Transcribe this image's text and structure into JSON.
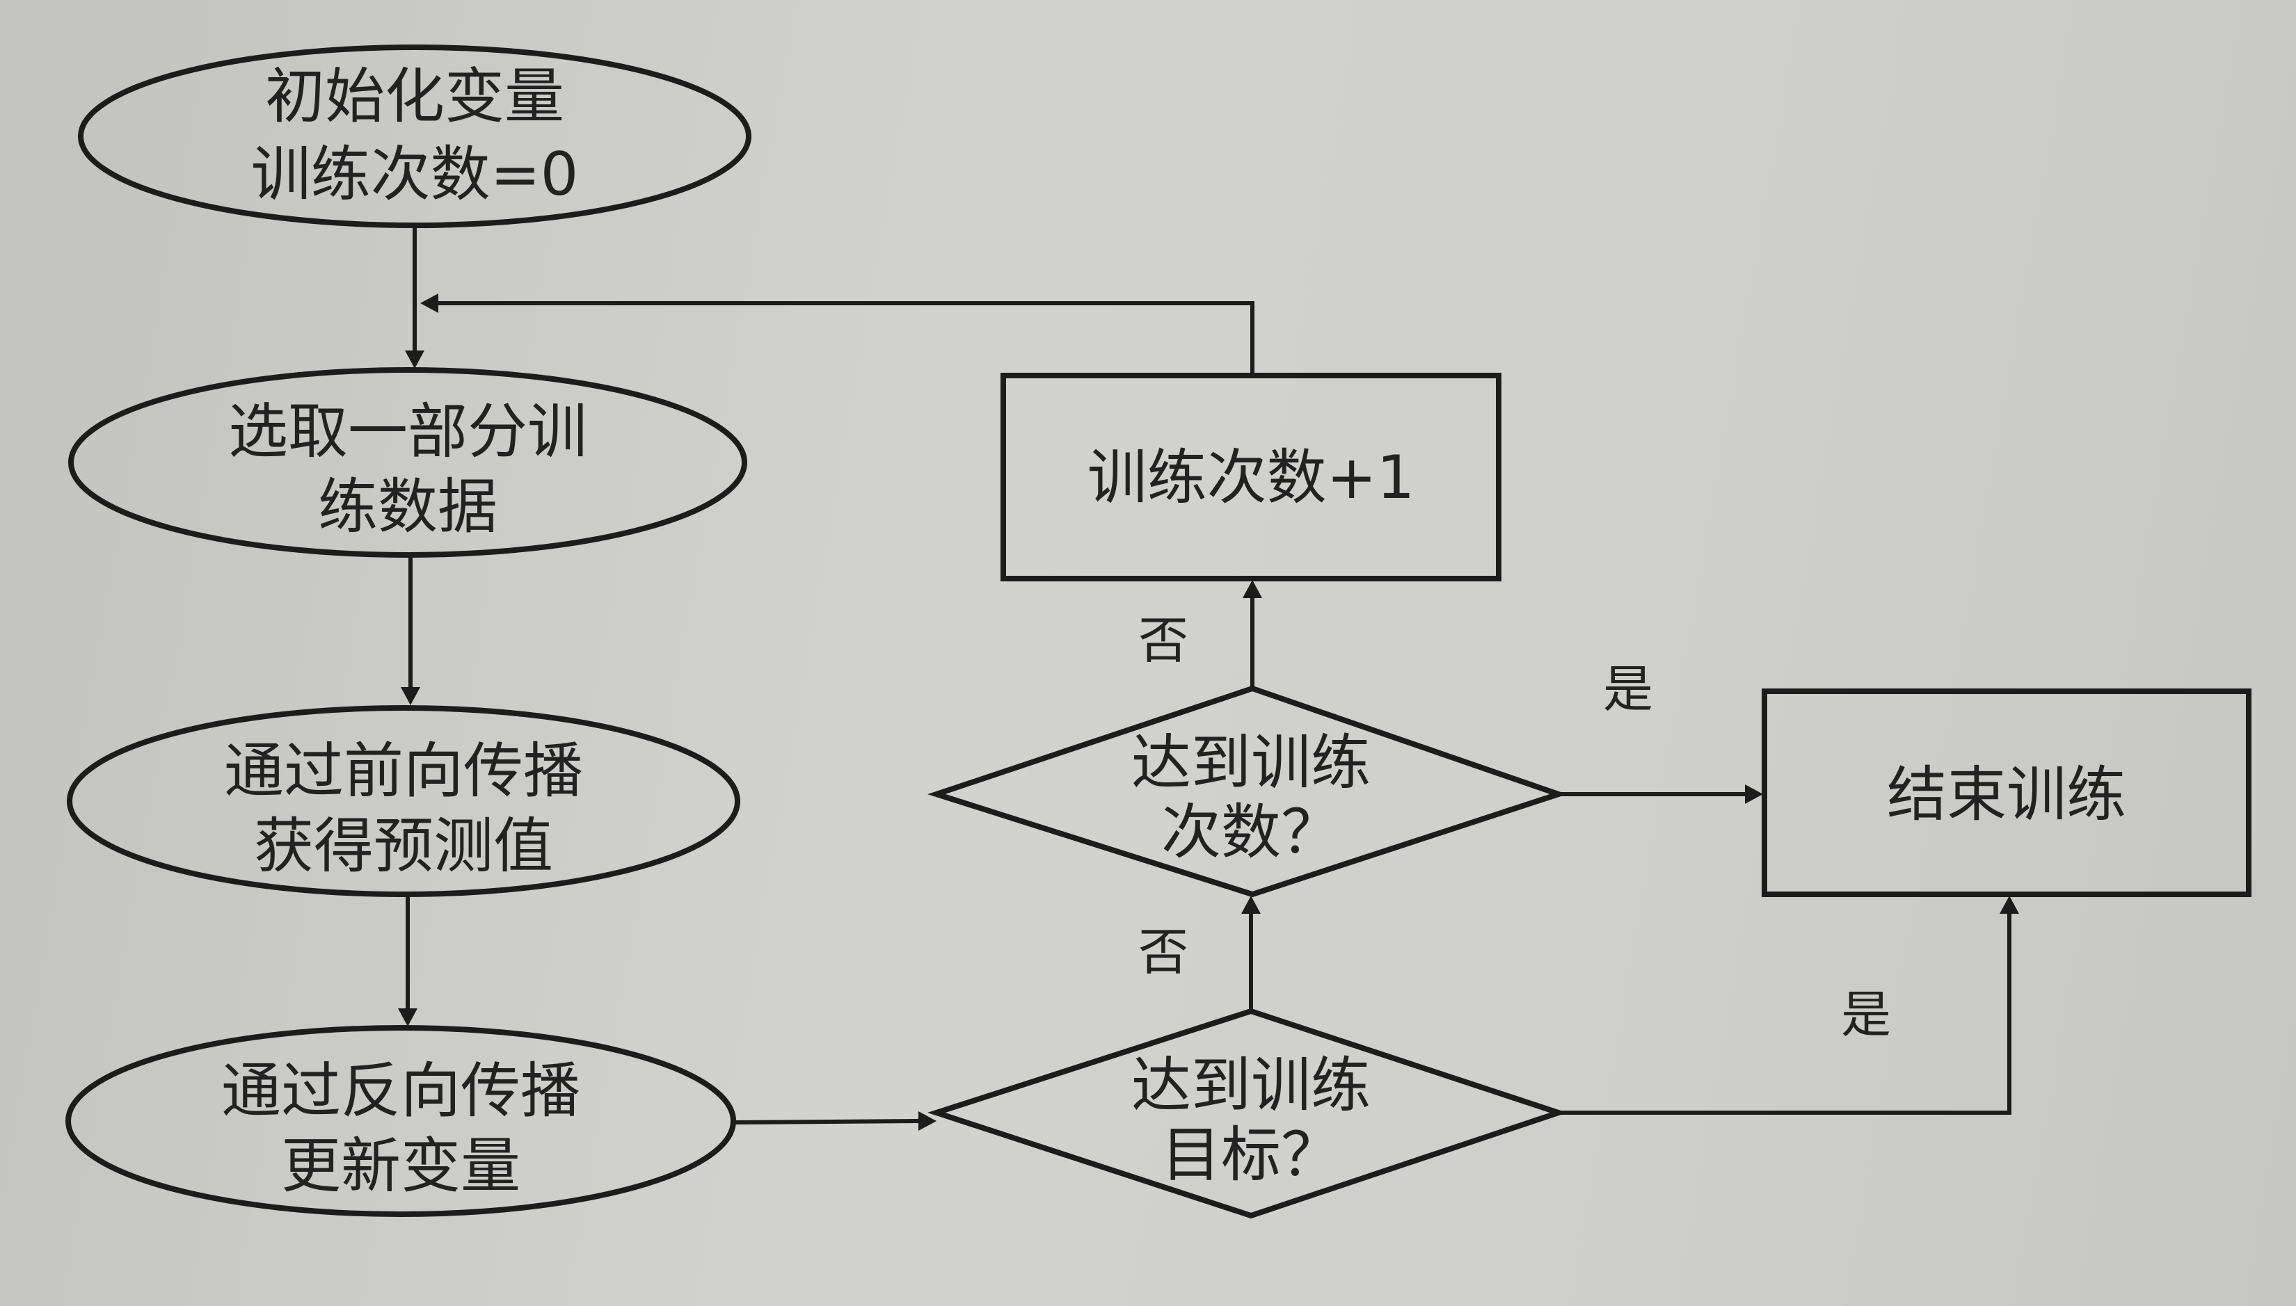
{
  "nodes": {
    "init": {
      "lines": [
        "初始化变量",
        "训练次数=0"
      ]
    },
    "select": {
      "lines": [
        "选取一部分训",
        "练数据"
      ]
    },
    "forward": {
      "lines": [
        "通过前向传播",
        "获得预测值"
      ]
    },
    "backward": {
      "lines": [
        "通过反向传播",
        "更新变量"
      ]
    },
    "goal": {
      "lines": [
        "达到训练",
        "目标？"
      ]
    },
    "count": {
      "lines": [
        "达到训练",
        "次数？"
      ]
    },
    "increment": {
      "lines": [
        "训练次数+1"
      ]
    },
    "end": {
      "lines": [
        "结束训练"
      ]
    }
  },
  "edges": {
    "goal_no": "否",
    "goal_yes": "是",
    "count_no": "否",
    "count_yes": "是"
  }
}
